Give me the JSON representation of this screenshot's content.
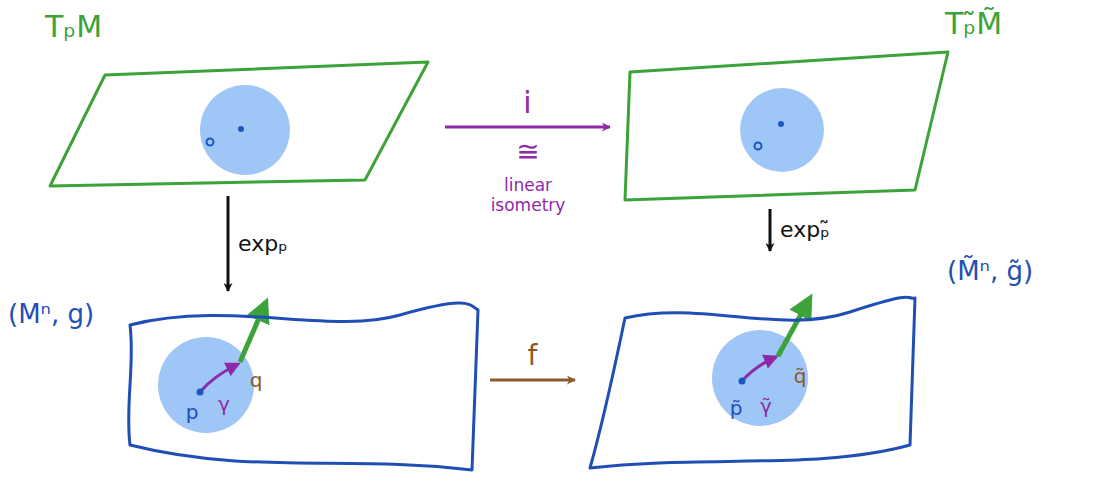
{
  "diagram": {
    "nodes": [
      {
        "text": [
          "TₚM"
        ]
      },
      {
        "text": [
          "Tₚ̃M̃"
        ]
      },
      {
        "text": [
          "(Mⁿ, g)"
        ]
      },
      {
        "text": [
          "(M̃ⁿ, g̃)"
        ]
      }
    ],
    "edges": [
      {
        "from": 0,
        "to": 1,
        "arrow": "to",
        "label": "i"
      },
      {
        "from": 0,
        "to": 2,
        "arrow": "to",
        "label": "expₚ"
      },
      {
        "from": 1,
        "to": 3,
        "arrow": "to",
        "label": "expₚ̃"
      },
      {
        "from": 2,
        "to": 3,
        "arrow": "to",
        "label": "f"
      }
    ],
    "labels": [
      "≅",
      "linear isometry",
      "p",
      "γ",
      "q",
      "p̃",
      "γ̃",
      "q̃"
    ]
  }
}
